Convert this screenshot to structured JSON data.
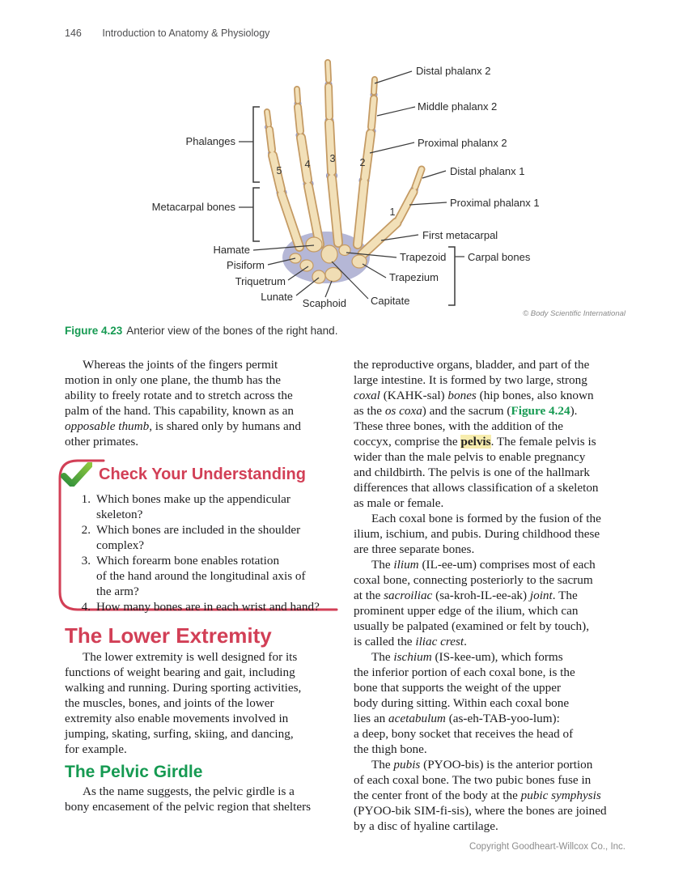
{
  "header": {
    "page_number": "146",
    "running_title": "Introduction to Anatomy &amp; Physiology"
  },
  "figure": {
    "credit": "© Body Scientific International",
    "caption_label": "Figure 4.23",
    "caption_text": "Anterior view of the bones of the right hand.",
    "labels": {
      "distal_phalanx_2": "Distal phalanx 2",
      "middle_phalanx_2": "Middle phalanx 2",
      "proximal_phalanx_2": "Proximal phalanx 2",
      "distal_phalanx_1": "Distal phalanx 1",
      "proximal_phalanx_1": "Proximal phalanx 1",
      "first_metacarpal": "First metacarpal",
      "trapezoid": "Trapezoid",
      "carpal_bones": "Carpal bones",
      "trapezium": "Trapezium",
      "capitate": "Capitate",
      "phalanges": "Phalanges",
      "metacarpal_bones": "Metacarpal bones",
      "hamate": "Hamate",
      "pisiform": "Pisiform",
      "triquetrum": "Triquetrum",
      "lunate": "Lunate",
      "scaphoid": "Scaphoid"
    },
    "digit_numbers": [
      "5",
      "4",
      "3",
      "2",
      "1"
    ]
  },
  "left_column": {
    "p_thumb": "Whereas the joints of the fingers permit\nmotion in only one plane, the thumb has the\nability to freely rotate and to stretch across the\npalm of the hand. This capability, known as an\n<i>opposable thumb</i>, is shared only by humans and\nother primates.",
    "cyu": {
      "title": "Check Your Understanding",
      "questions": [
        {
          "num": "1.",
          "text": "Which bones make up the appendicular\nskeleton?"
        },
        {
          "num": "2.",
          "text": "Which bones are included in the shoulder\ncomplex?"
        },
        {
          "num": "3.",
          "text": "Which forearm bone enables rotation\nof the hand around the longitudinal axis of\nthe arm?"
        },
        {
          "num": "4.",
          "text": "How many bones are in each wrist and hand?"
        }
      ]
    },
    "lower_heading": "The Lower Extremity",
    "p_lower": "The lower extremity is well designed for its\nfunctions of weight bearing and gait, including\nwalking and running. During sporting activities,\nthe muscles, bones, and joints of the lower\nextremity also enable movements involved in\njumping, skating, surfing, skiing, and dancing,\nfor example.",
    "pelvic_heading": "The Pelvic Girdle",
    "p_pelvic": "As the name suggests, the pelvic girdle is a\nbony encasement of the pelvic region that shelters"
  },
  "right_column": {
    "p1": "the reproductive organs, bladder, and part of the\nlarge intestine. It is formed by two large, strong\n<i>coxal</i> (KAHK-sal) <i>bones</i> (hip bones, also known\nas the <i>os coxa</i>) and the sacrum (<span class=\"fig-ref\">Figure 4.24</span>).\nThese three bones, with the addition of the\ncoccyx, comprise the <span class=\"hl\">pelvis</span>. The female pelvis is\nwider than the male pelvis to enable pregnancy\nand childbirth. The pelvis is one of the hallmark\ndifferences that allows classification of a skeleton\nas male or female.",
    "p2": "Each coxal bone is formed by the fusion of the\nilium, ischium, and pubis. During childhood these\nare three separate bones.",
    "p3": "The <i>ilium</i> (IL-ee-um) comprises most of each\ncoxal bone, connecting posteriorly to the sacrum\nat the <i>sacroiliac</i> (sa-kroh-IL-ee-ak) <i>joint</i>. The\nprominent upper edge of the ilium, which can\nusually be palpated (examined or felt by touch),\nis called the <i>iliac crest</i>.",
    "p4": "The <i>ischium</i> (IS-kee-um), which forms\nthe inferior portion of each coxal bone, is the\nbone that supports the weight of the upper\nbody during sitting. Within each coxal bone\nlies an <i>acetabulum</i> (as-eh-TAB-yoo-lum):\na deep, bony socket that receives the head of\nthe thigh bone.",
    "p5": "The <i>pubis</i> (PYOO-bis) is the anterior portion\nof each coxal bone. The two pubic bones fuse in\nthe center front of the body at the <i>pubic symphysis</i>\n(PYOO-bik SIM-fi-sis), where the bones are joined\nby a disc of hyaline cartilage."
  },
  "footer": {
    "copyright": "Copyright Goodheart-Willcox Co., Inc."
  },
  "colors": {
    "heading_red": "#d23f56",
    "heading_green": "#169a52",
    "highlight_yellow": "#f7edae",
    "bone_fill": "#f2e0b8",
    "bone_outline": "#c49a63",
    "joint_lavender": "#b5b7d6"
  }
}
